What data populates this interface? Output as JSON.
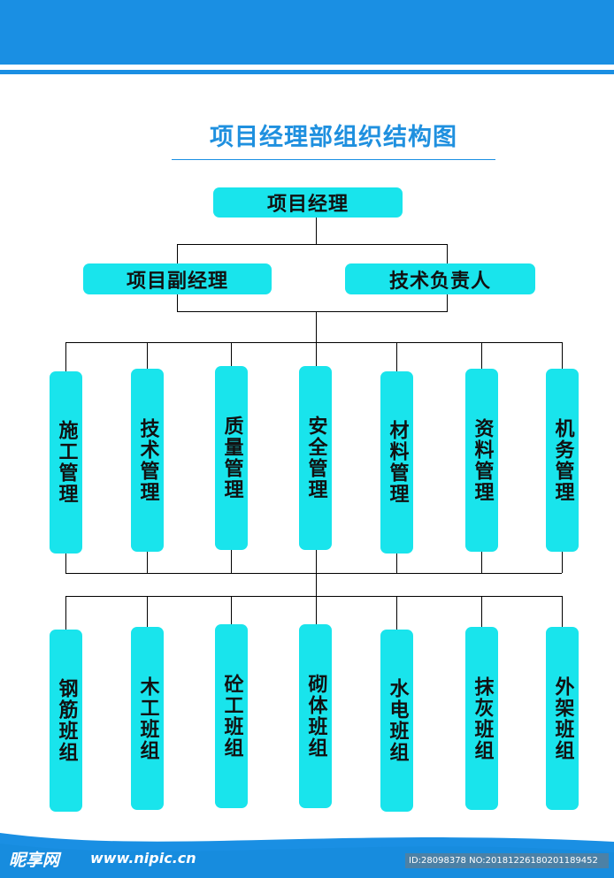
{
  "title": "项目经理部组织结构图",
  "top": "项目经理",
  "second": [
    "项目副经理",
    "技术负责人"
  ],
  "departments": [
    "施工管理",
    "技术管理",
    "质量管理",
    "安全管理",
    "材料管理",
    "资料管理",
    "机务管理"
  ],
  "teams": [
    "钢筋班组",
    "木工班组",
    "砼工班组",
    "砌体班组",
    "水电班组",
    "抹灰班组",
    "外架班组"
  ],
  "footer": {
    "logo": "昵享网",
    "url": "www.nipic.cn",
    "id": "ID:28098378 NO:20181226180201189452"
  },
  "colors": {
    "band": "#1a8fe3",
    "box": "#19e4ec",
    "title": "#1f90df"
  }
}
